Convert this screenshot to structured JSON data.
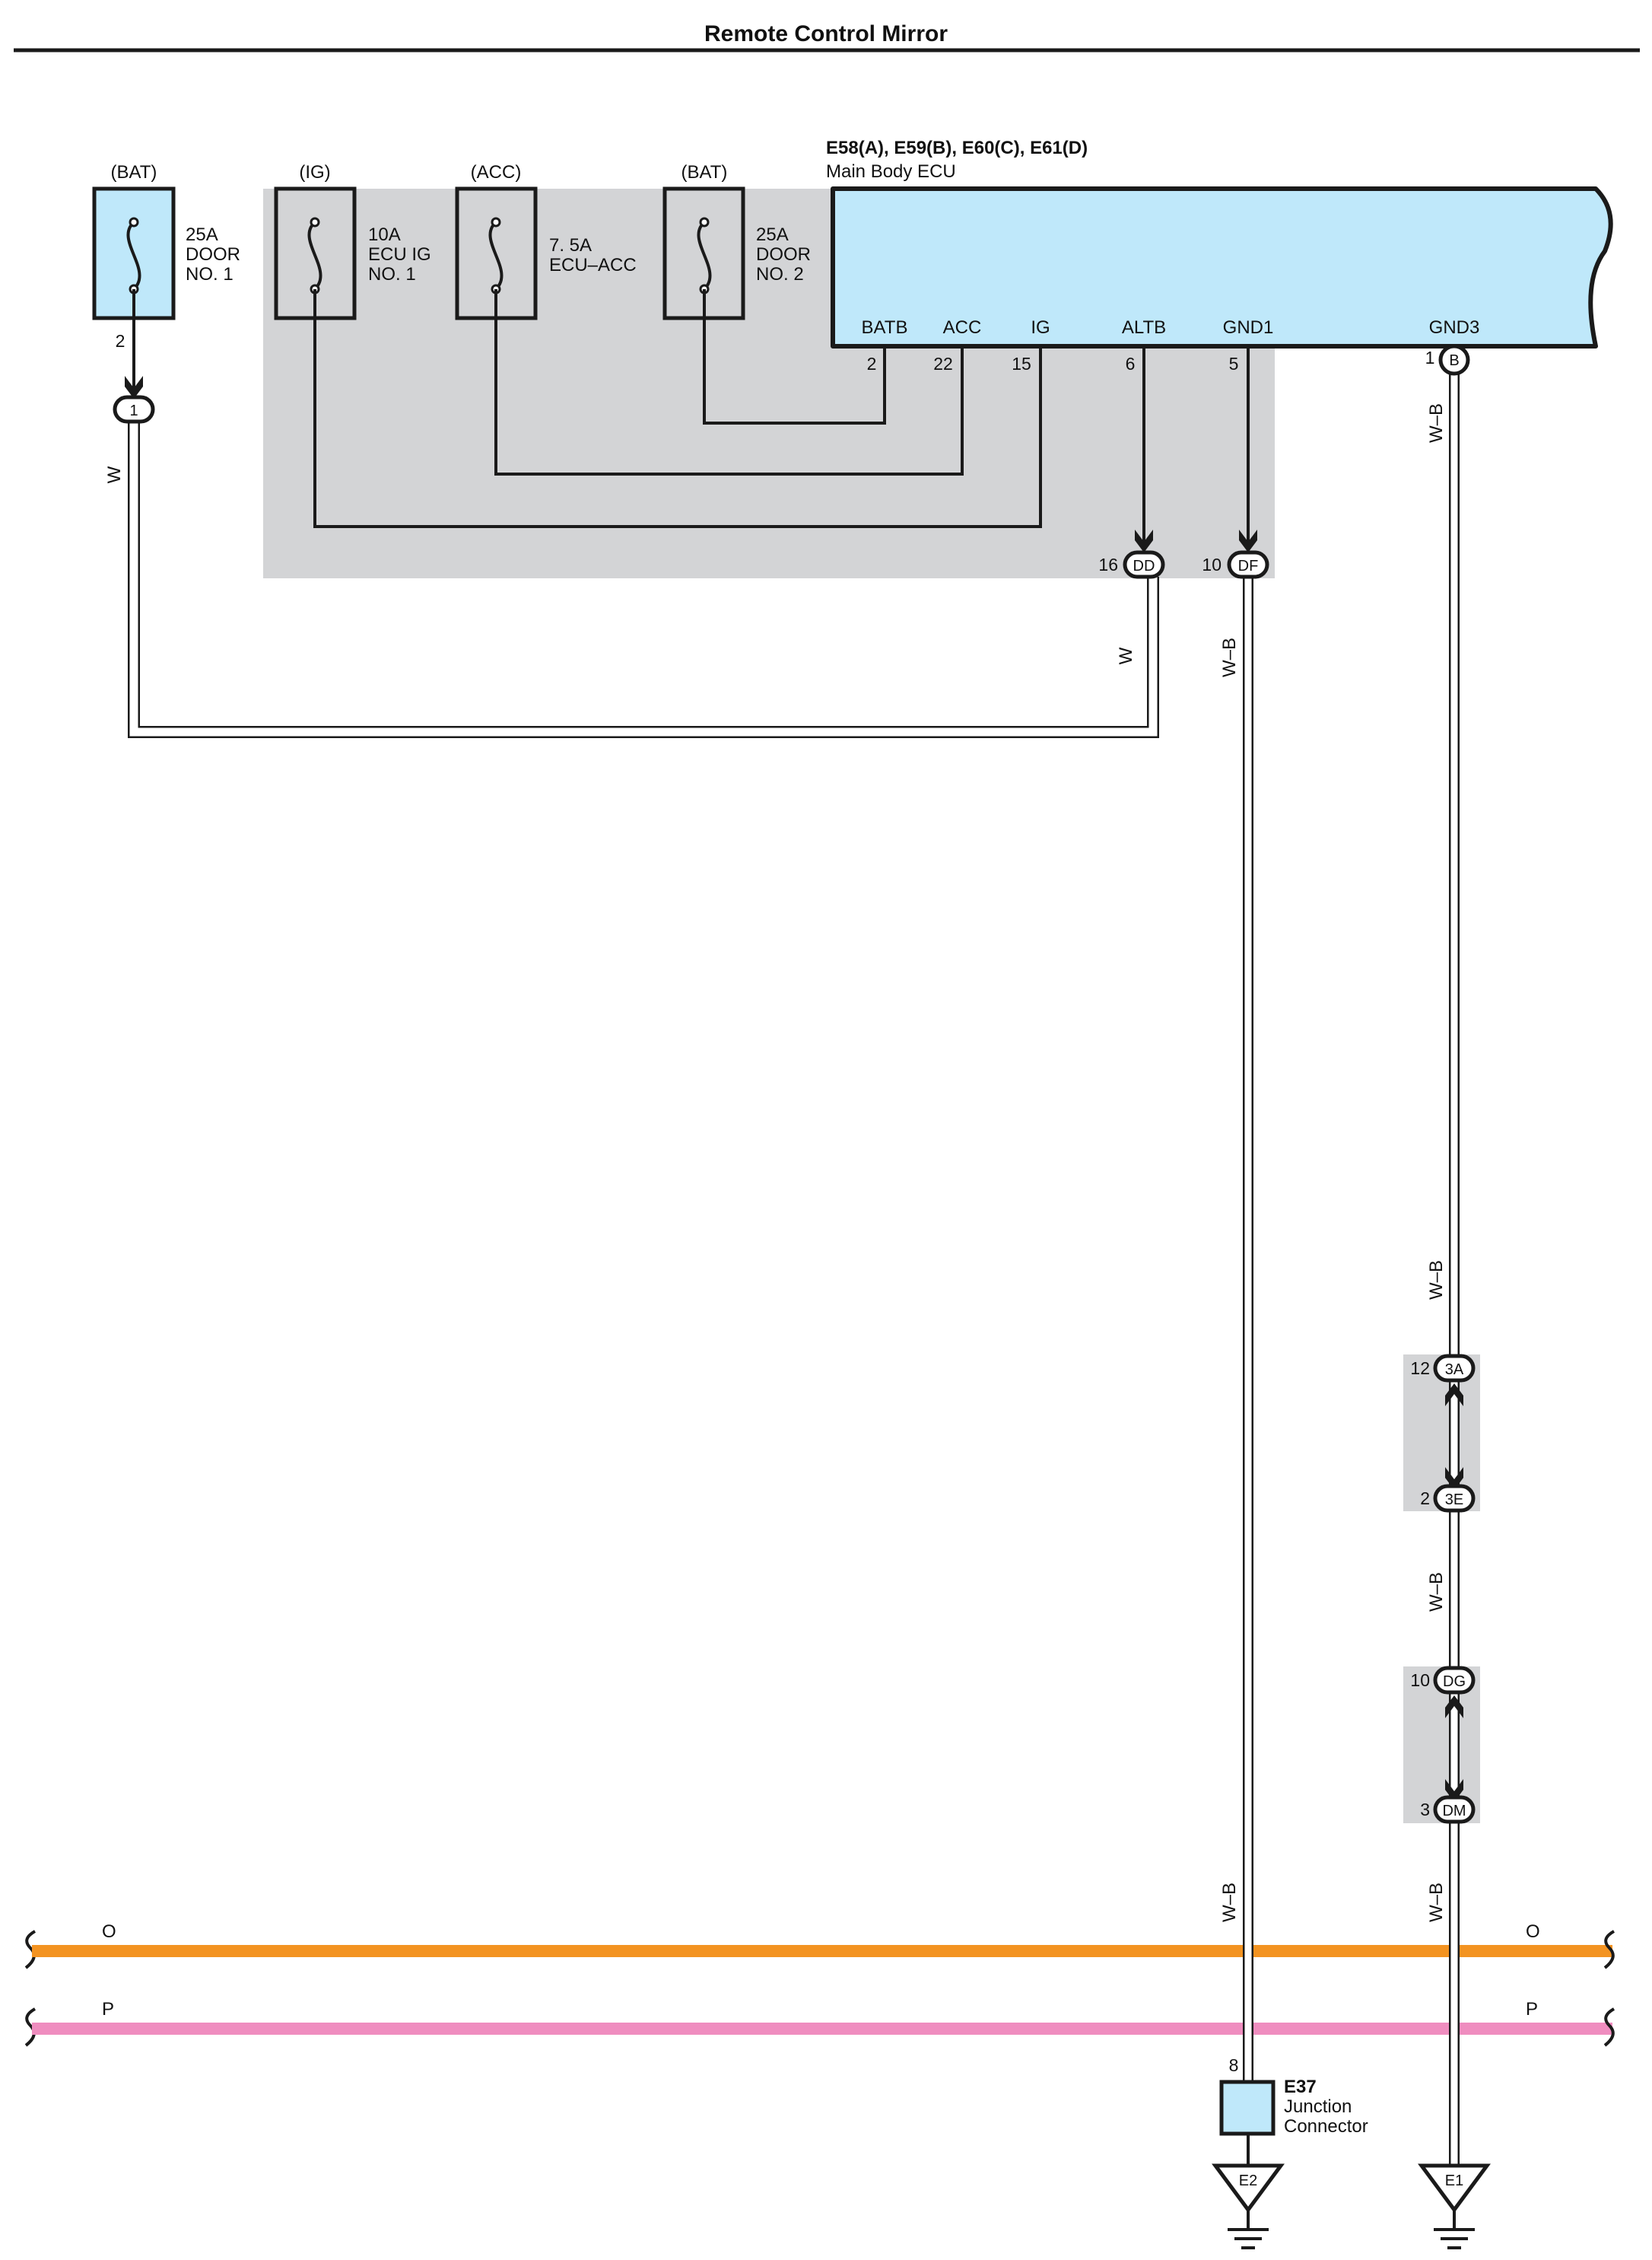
{
  "title": "Remote Control Mirror",
  "colors": {
    "component_fill": "#bfe8fa",
    "shade_fill": "#d3d4d6",
    "wire_orange": "#f39321",
    "wire_pink": "#ef8dbf",
    "line": "#1a1a1a"
  },
  "ecu": {
    "code": "E58(A), E59(B), E60(C), E61(D)",
    "name": "Main Body ECU",
    "pins": {
      "batb": {
        "name": "BATB",
        "num": "2"
      },
      "acc": {
        "name": "ACC",
        "num": "22"
      },
      "ig": {
        "name": "IG",
        "num": "15"
      },
      "altb": {
        "name": "ALTB",
        "num": "6"
      },
      "gnd1": {
        "name": "GND1",
        "num": "5"
      },
      "gnd3": {
        "name": "GND3",
        "num": "1",
        "conn": "B"
      }
    }
  },
  "fuses": {
    "door1": {
      "source": "(BAT)",
      "rating": "25A",
      "l2": "DOOR",
      "l3": "NO. 1",
      "pin": "2"
    },
    "ecuig": {
      "source": "(IG)",
      "rating": "10A",
      "l2": "ECU IG",
      "l3": "NO. 1"
    },
    "ecuacc": {
      "source": "(ACC)",
      "rating": "7. 5A",
      "l2": "ECU–ACC"
    },
    "door2": {
      "source": "(BAT)",
      "rating": "25A",
      "l2": "DOOR",
      "l3": "NO. 2"
    }
  },
  "connectors": {
    "c1": {
      "code": "1"
    },
    "dd": {
      "code": "DD",
      "pin": "16"
    },
    "df": {
      "code": "DF",
      "pin": "10"
    },
    "c3a": {
      "code": "3A",
      "pin": "12"
    },
    "c3e": {
      "code": "3E",
      "pin": "2"
    },
    "dg": {
      "code": "DG",
      "pin": "10"
    },
    "dm": {
      "code": "DM",
      "pin": "3"
    }
  },
  "wire_labels": {
    "w_left": "W",
    "w_mid": "W",
    "wb_df": "W–B",
    "wb_gnd3_top": "W–B",
    "wb_gnd3_mid": "W–B",
    "wb_3e": "W–B",
    "wb_df_low": "W–B",
    "wb_dm_low": "W–B"
  },
  "buses": {
    "orange": {
      "label_left": "O",
      "label_right": "O"
    },
    "pink": {
      "label_left": "P",
      "label_right": "P"
    }
  },
  "junction": {
    "code": "E37",
    "name_l1": "Junction",
    "name_l2": "Connector",
    "pin": "8"
  },
  "grounds": {
    "e2": "E2",
    "e1": "E1"
  }
}
